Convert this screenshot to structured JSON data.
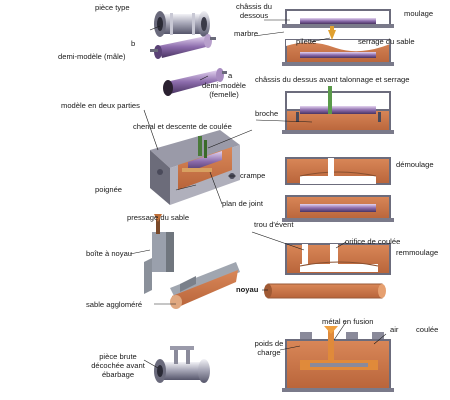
{
  "left_labels": {
    "piece_type": "pièce type",
    "letter_b": "b",
    "half_pattern_male": "demi-modèle (mâle)",
    "letter_a": "a",
    "half_pattern_female_1": "demi-modèle",
    "half_pattern_female_2": "(femelle)",
    "two_part_pattern": "modèle en deux parties",
    "runner_and_sprue": "chenal et descente de coulée",
    "clamp": "crampe",
    "handle": "poignée",
    "parting_line": "plan de joint",
    "sand_pressing": "pressage du sable",
    "core_box": "boîte à noyau",
    "agglomerated_sand": "sable aggloméré",
    "raw_part_1": "pièce brute",
    "raw_part_2": "décochée avant",
    "raw_part_3": "ébarbage"
  },
  "right_labels": {
    "lower_frame_1": "châssis du",
    "lower_frame_2": "dessous",
    "marble": "marbre",
    "molding": "moulage",
    "pin": "pilette",
    "sand_ramming": "serrage du sable",
    "upper_frame": "châssis du dessus avant talonnage et serrage",
    "spindle": "broche",
    "demolding": "démoulage",
    "vent_hole": "trou d'évent",
    "pouring_hole": "orifice de coulée",
    "remolding": "remmoulage",
    "core": "noyau",
    "molten_metal": "métal en fusion",
    "air": "air",
    "casting": "coulée",
    "weight_1": "poids de",
    "weight_2": "charge"
  },
  "colors": {
    "sand": "#c9764a",
    "sand_light": "#de9a6c",
    "frame": "#8c8c98",
    "steel_dark": "#4a4a5c",
    "pattern_purple": "#7a5a9a",
    "molten": "#e08a3a"
  }
}
